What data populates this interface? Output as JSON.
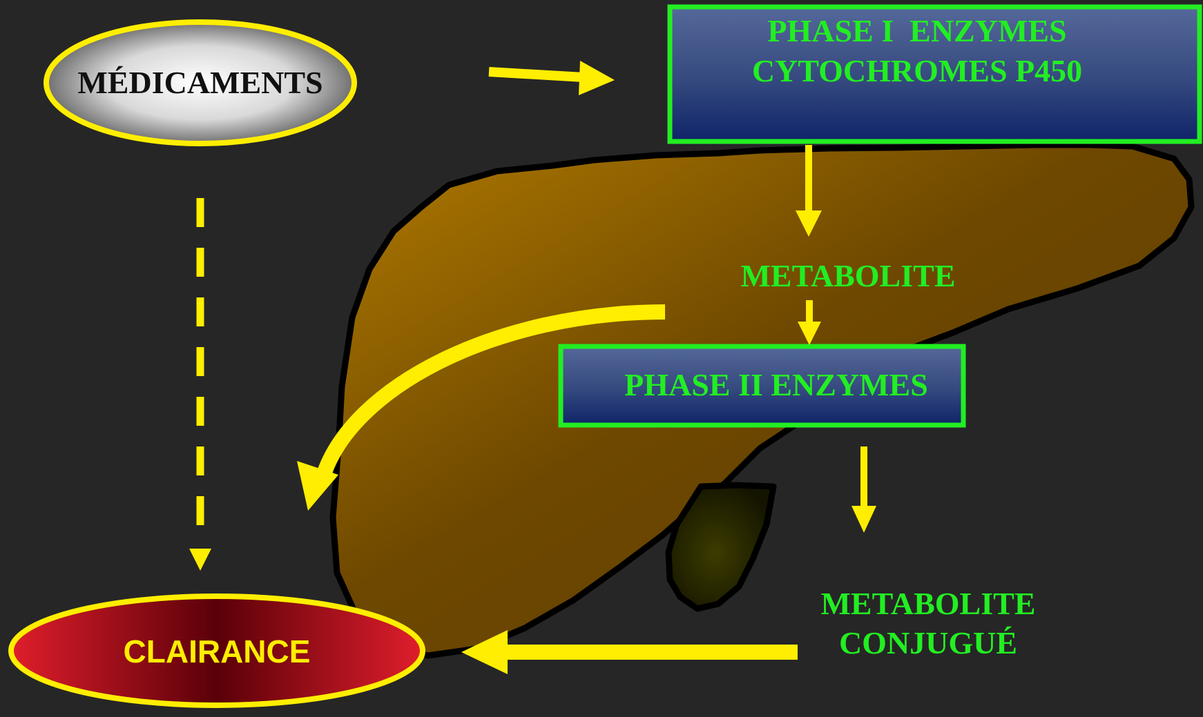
{
  "colors": {
    "background": "#262626",
    "arrow": "#ffee00",
    "box_border": "#22ee22",
    "box_text": "#22ee22",
    "liver": "#8a5a00",
    "clairance_fill": "#d81e2c"
  },
  "nodes": {
    "medicaments": "MÉDICAMENTS",
    "phase1_line1": "PHASE I  ENZYMES",
    "phase1_line2": "CYTOCHROMES P450",
    "metabolite": "METABOLITE",
    "phase2": "PHASE II ENZYMES",
    "metabolite_conj_line1": "METABOLITE",
    "metabolite_conj_line2": "CONJUGUÉ",
    "clairance": "CLAIRANCE"
  }
}
